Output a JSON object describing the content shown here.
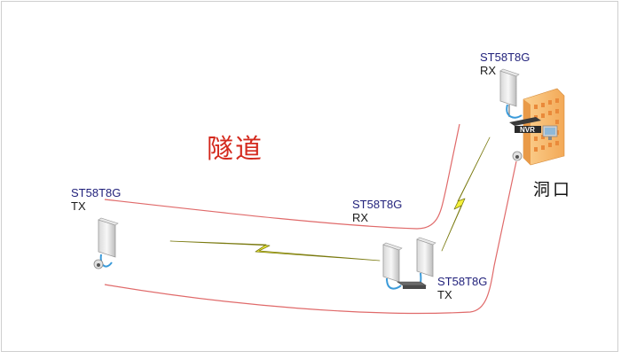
{
  "labels": {
    "tunnel": "隧道",
    "portal": "洞口",
    "tx_left": {
      "model": "ST58T8G",
      "role": "TX"
    },
    "rx_mid": {
      "model": "ST58T8G",
      "role": "RX"
    },
    "tx_mid": {
      "model": "ST58T8G",
      "role": "TX"
    },
    "rx_top": {
      "model": "ST58T8G",
      "role": "RX"
    },
    "nvr": "NVR"
  },
  "colors": {
    "tunnel_wall": "#e06a6a",
    "lightning": "#f4f03a",
    "lightning_stroke": "#7a7a10",
    "cable": "#3a9ad9",
    "building": "#f6b870",
    "building_windows": "#ea8a3a"
  }
}
